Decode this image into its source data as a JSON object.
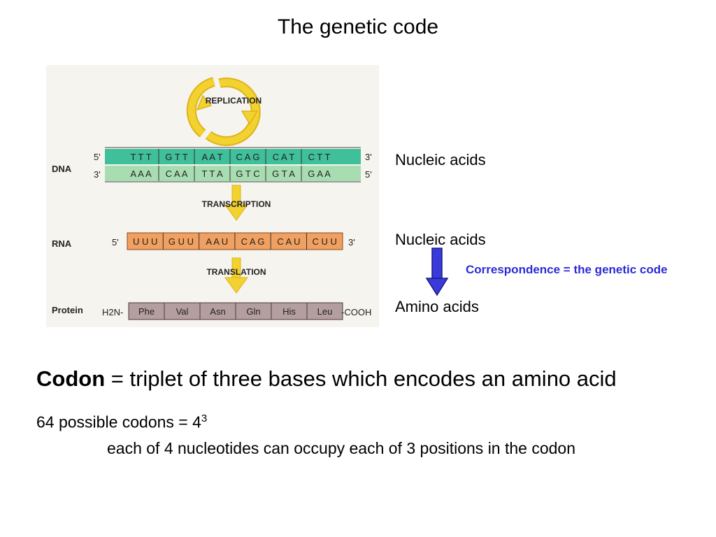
{
  "title": "The genetic code",
  "figure": {
    "replication_label": "REPLICATION",
    "transcription_label": "TRANSCRIPTION",
    "translation_label": "TRANSLATION",
    "rows": {
      "dna": "DNA",
      "rna": "RNA",
      "protein": "Protein"
    },
    "end_5": "5'",
    "end_3": "3'",
    "dna_top": [
      "T T T",
      "G T T",
      "A A T",
      "C A G",
      "C A T",
      "C T T"
    ],
    "dna_bottom": [
      "A A A",
      "C A A",
      "T T A",
      "G T C",
      "G T A",
      "G A A"
    ],
    "rna": [
      "U U U",
      "G U U",
      "A A U",
      "C A G",
      "C A U",
      "C U U"
    ],
    "amino_acids": [
      "Phe",
      "Val",
      "Asn",
      "Gln",
      "His",
      "Leu"
    ],
    "n_terminus": "H2N-",
    "c_terminus": "-COOH",
    "colors": {
      "dna_top": "#3fbf9a",
      "dna_bottom": "#a8ddb2",
      "rna": "#f0a060",
      "protein": "#b49ea0",
      "arrow": "#f2d22e"
    }
  },
  "side": {
    "nucleic_acids_1": "Nucleic acids",
    "nucleic_acids_2": "Nucleic acids",
    "amino_acids": "Amino acids",
    "correspondence": "Correspondence = the genetic code"
  },
  "codon_def": {
    "term": "Codon",
    "definition": " = triplet of three bases which encodes an amino acid"
  },
  "codon_count": {
    "text": "64 possible codons = 4",
    "exponent": "3"
  },
  "explanation": "each of 4 nucleotides can occupy each of 3 positions in the codon"
}
